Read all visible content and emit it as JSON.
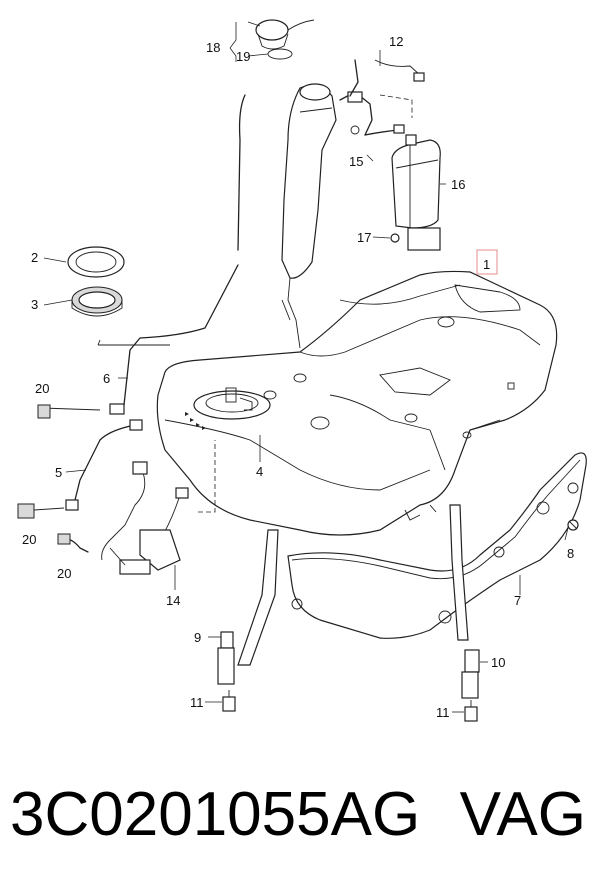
{
  "callouts": {
    "c1": "1",
    "c2": "2",
    "c3": "3",
    "c4": "4",
    "c5": "5",
    "c6": "6",
    "c7": "7",
    "c8": "8",
    "c9": "9",
    "c10": "10",
    "c11a": "11",
    "c11b": "11",
    "c12": "12",
    "c14": "14",
    "c15": "15",
    "c16": "16",
    "c17": "17",
    "c18": "18",
    "c19": "19",
    "c20a": "20",
    "c20b": "20",
    "c20c": "20"
  },
  "caption": {
    "part_number": "3C0201055AG",
    "brand": "VAG"
  },
  "colors": {
    "line": "#222222",
    "callout_box": "#e8a0a0"
  }
}
